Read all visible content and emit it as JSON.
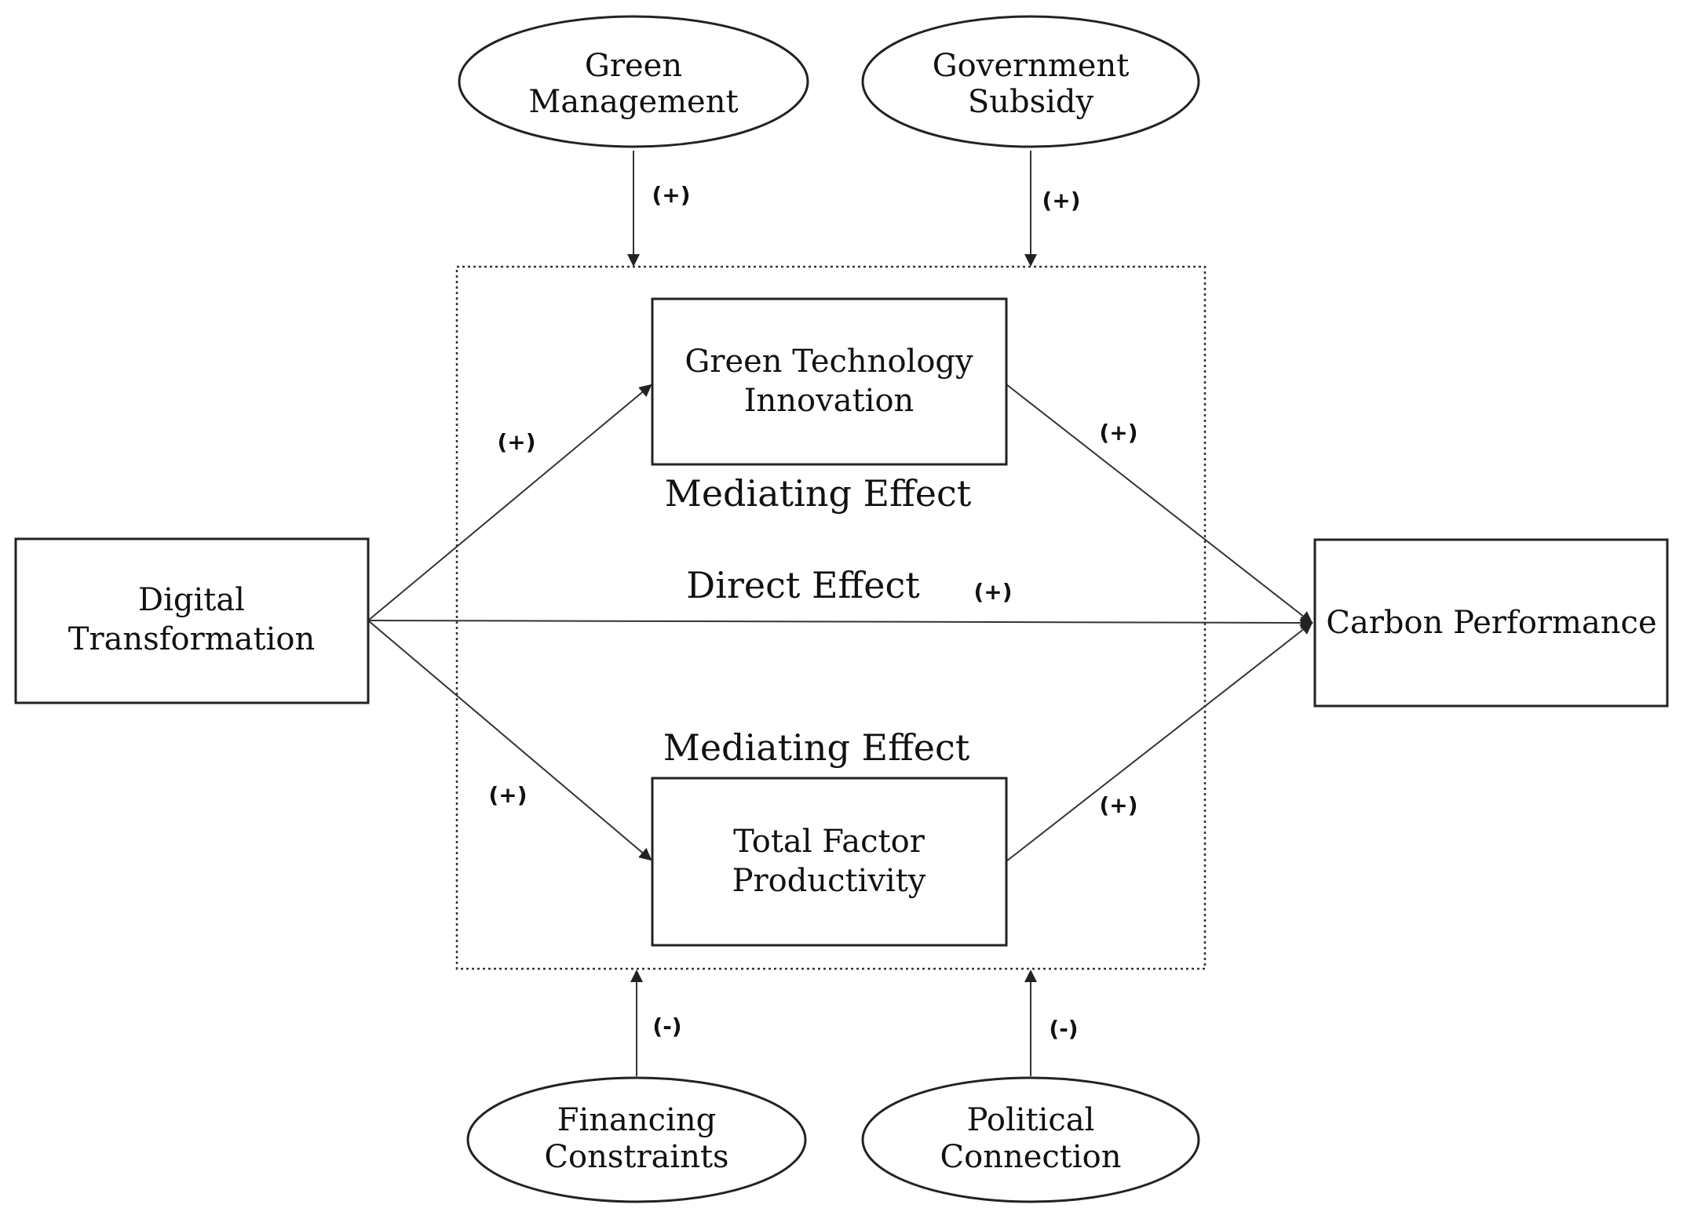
{
  "nodes": {
    "digital_transformation": {
      "line1": "Digital",
      "line2": "Transformation"
    },
    "green_technology_innovation": {
      "line1": "Green Technology",
      "line2": "Innovation"
    },
    "total_factor_productivity": {
      "line1": "Total Factor",
      "line2": "Productivity"
    },
    "carbon_performance": {
      "label": "Carbon Performance"
    }
  },
  "moderators": {
    "green_management": {
      "line1": "Green",
      "line2": "Management"
    },
    "government_subsidy": {
      "line1": "Government",
      "line2": "Subsidy"
    },
    "financing_constraints": {
      "line1": "Financing",
      "line2": "Constraints"
    },
    "political_connection": {
      "line1": "Political",
      "line2": "Connection"
    }
  },
  "effects": {
    "mediating_top": "Mediating Effect",
    "direct": "Direct Effect",
    "mediating_bottom": "Mediating Effect"
  },
  "signs": {
    "green_management": "(+)",
    "government_subsidy": "(+)",
    "dt_to_gti": "(+)",
    "gti_to_cp": "(+)",
    "direct": "(+)",
    "dt_to_tfp": "(+)",
    "tfp_to_cp": "(+)",
    "financing_constraints": "(-)",
    "political_connection": "(-)"
  }
}
